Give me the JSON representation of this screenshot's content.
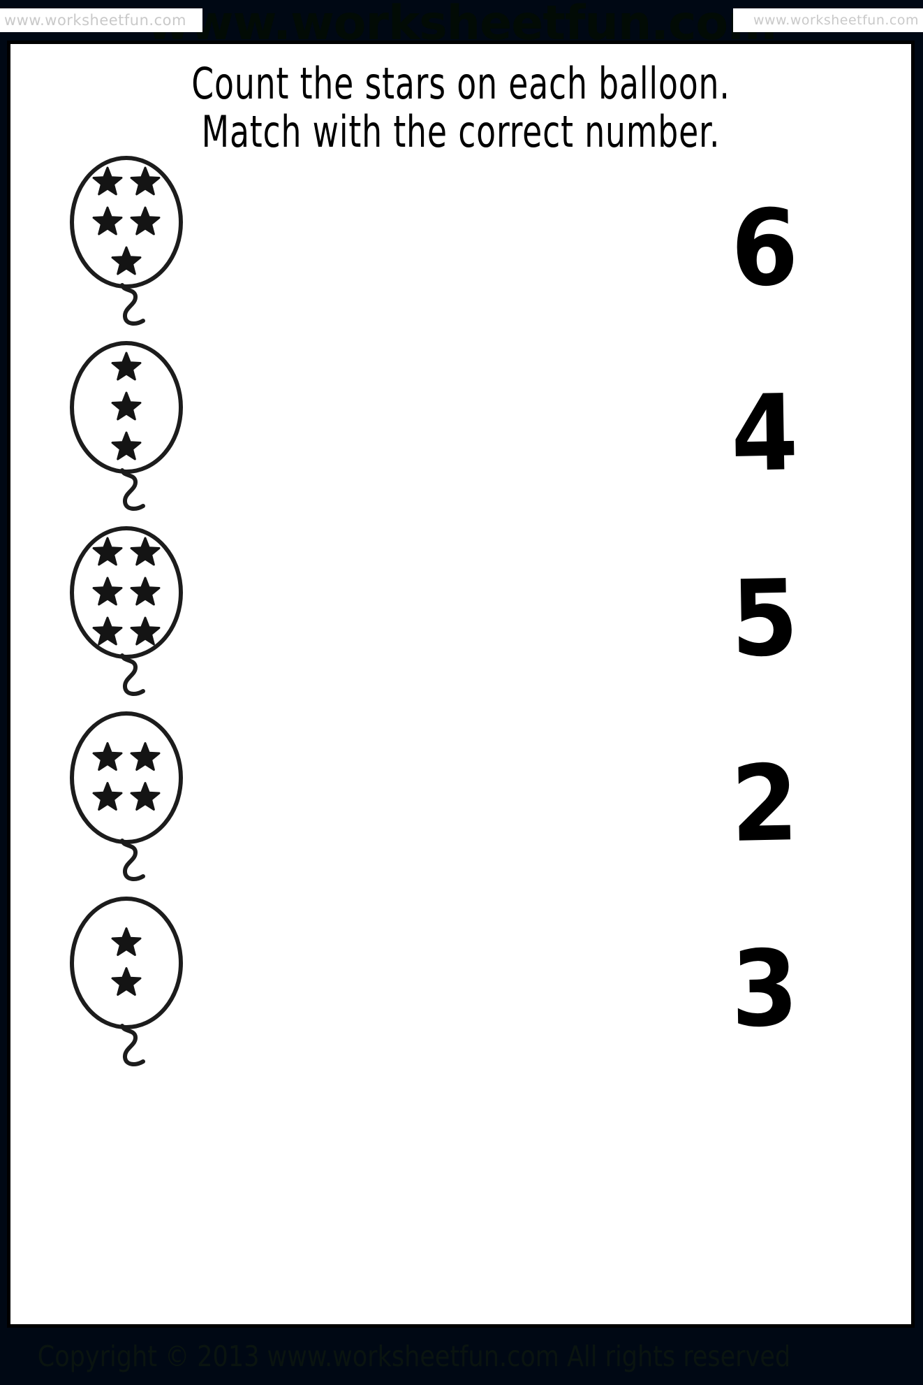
{
  "watermarks": {
    "left": "www.worksheetfun.com",
    "center": "www.worksheetfun.com",
    "right": "www.worksheetfun.com"
  },
  "title": {
    "line1": "Count the stars on each balloon.",
    "line2": "Match with the correct number."
  },
  "rows": [
    {
      "star_count": 5,
      "star_rows": [
        2,
        2,
        1
      ],
      "number": "6"
    },
    {
      "star_count": 3,
      "star_rows": [
        1,
        1,
        1
      ],
      "number": "4"
    },
    {
      "star_count": 6,
      "star_rows": [
        2,
        2,
        2
      ],
      "number": "5"
    },
    {
      "star_count": 4,
      "star_rows": [
        2,
        2
      ],
      "number": "2"
    },
    {
      "star_count": 2,
      "star_rows": [
        1,
        1
      ],
      "number": "3"
    }
  ],
  "footer": {
    "copyright": "Copyright © 2013 www.worksheetfun.com All rights reserved"
  },
  "colors": {
    "page_background": "#ffffff",
    "outer_background": "#000814",
    "ink": "#000000",
    "watermark_text": "#c9c9c9",
    "footer_text": "#0a1410"
  }
}
